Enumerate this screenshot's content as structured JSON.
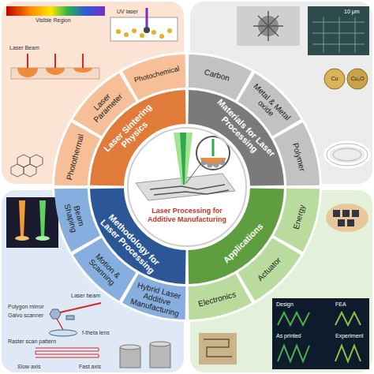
{
  "diagram": {
    "nodes": [
      {
        "text": [
          "Laser Processing for Additive Manufacturing"
        ]
      },
      {
        "text": [
          "Laser Sintering Physics"
        ]
      },
      {
        "text": [
          "Materials for Laser Processing"
        ]
      },
      {
        "text": [
          "Methodology for Laser Processing"
        ]
      },
      {
        "text": [
          "Applications"
        ]
      },
      {
        "text": [
          "Photothermal"
        ]
      },
      {
        "text": [
          "Laser Parameter"
        ]
      },
      {
        "text": [
          "Photochemical"
        ]
      },
      {
        "text": [
          "Carbon"
        ]
      },
      {
        "text": [
          "Metal & Metal oxide"
        ]
      },
      {
        "text": [
          "Polymer"
        ]
      },
      {
        "text": [
          "Beam Shaping"
        ]
      },
      {
        "text": [
          "Motion & Scanning"
        ]
      },
      {
        "text": [
          "Hybrid Laser Additive Manufacturing"
        ]
      },
      {
        "text": [
          "Electronics"
        ]
      },
      {
        "text": [
          "Actuator"
        ]
      },
      {
        "text": [
          "Energy"
        ]
      }
    ],
    "labels": [
      "Visible Region",
      "UV laser",
      "Laser Beam",
      "10 μm",
      "Cu",
      "Cu₂O",
      "Laser beam",
      "Polygon mirror",
      "Galvo scanner",
      "Raster scan pattern",
      "f-theta lens",
      "Slow axis",
      "Fast axis",
      "Design",
      "FEA",
      "As printed",
      "Experiment"
    ]
  }
}
